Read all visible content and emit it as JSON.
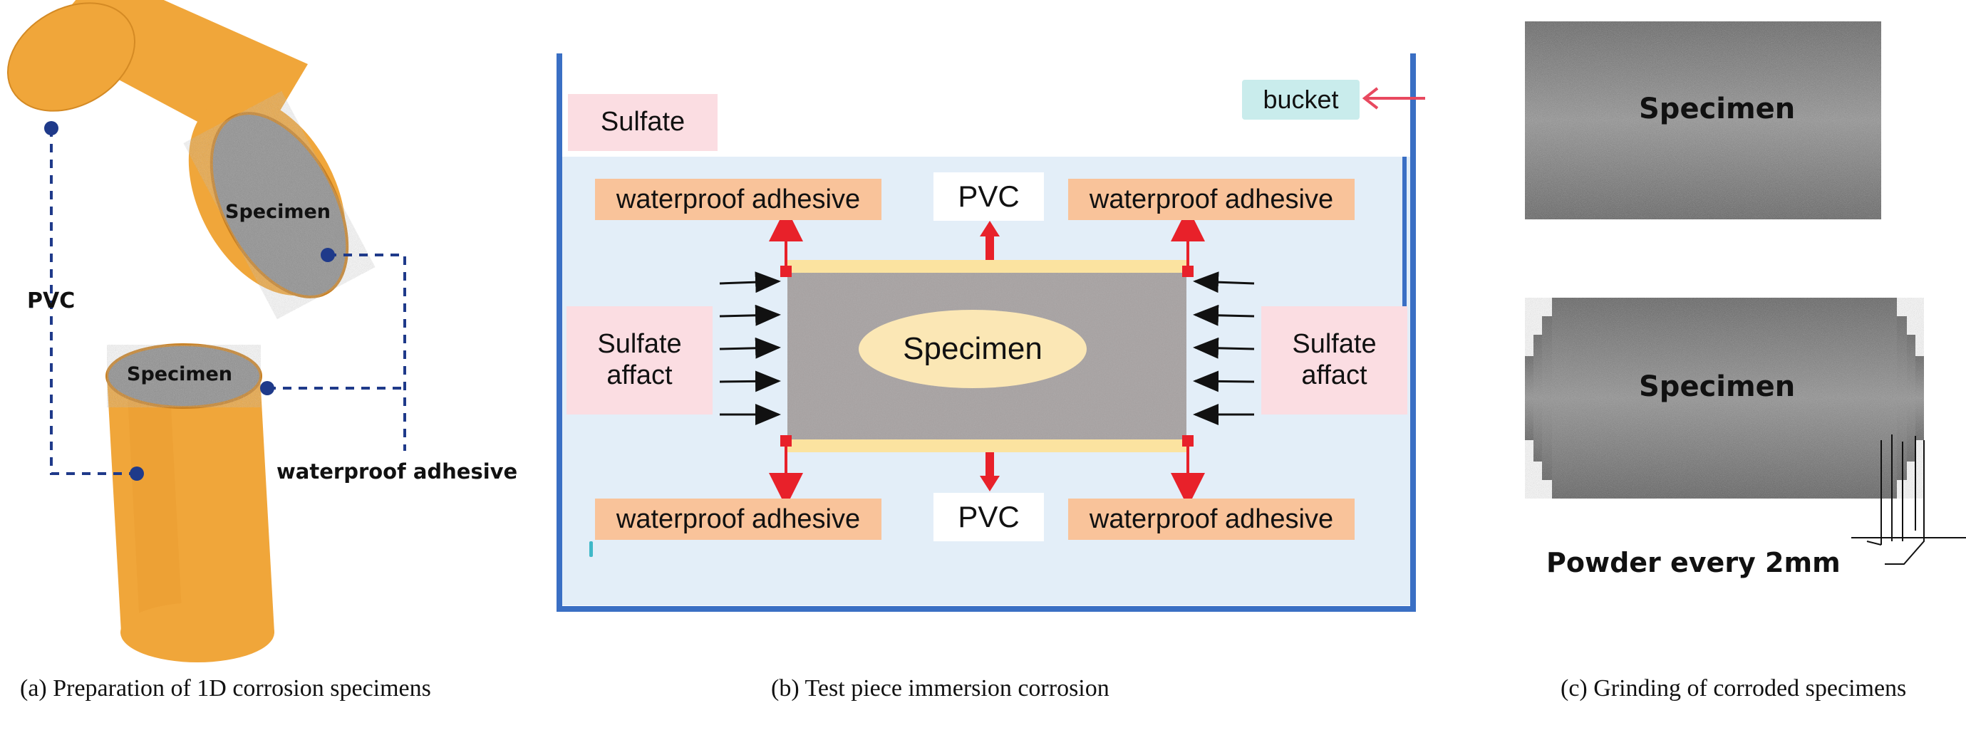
{
  "panel_a": {
    "top_specimen_label": "Specimen",
    "bottom_specimen_label": "Specimen",
    "pvc_label": "PVC",
    "adhesive_label": "waterproof adhesive",
    "caption": "(a)  Preparation of 1D corrosion specimens"
  },
  "panel_b": {
    "sulfate_label": "Sulfate",
    "bucket_label": "bucket",
    "adhesive_top_left": "waterproof adhesive",
    "adhesive_top_right": "waterproof adhesive",
    "adhesive_bottom_left": "waterproof adhesive",
    "adhesive_bottom_right": "waterproof adhesive",
    "pvc_top": "PVC",
    "pvc_bottom": "PVC",
    "sulfate_affact_left": "Sulfate\naffact",
    "sulfate_affact_right": "Sulfate\naffact",
    "specimen_label": "Specimen",
    "caption": "(b)  Test piece immersion corrosion"
  },
  "panel_c": {
    "top_specimen_label": "Specimen",
    "bottom_specimen_label": "Specimen",
    "powder_label": "Powder every 2mm",
    "caption": "(c)  Grinding of corroded specimens"
  },
  "colors": {
    "pvc_orange": "#f0a63a",
    "navy": "#1f3a8a",
    "water": "#e3eef8",
    "tank_blue": "#3a6fc4",
    "adhesive_box": "#f9c39a",
    "pink_box": "#fbdde2",
    "bucket_box": "#c9ecec",
    "red": "#e8212a",
    "specimen_gray": "#a7a2a2",
    "specimen_core": "#fbe7b5"
  }
}
